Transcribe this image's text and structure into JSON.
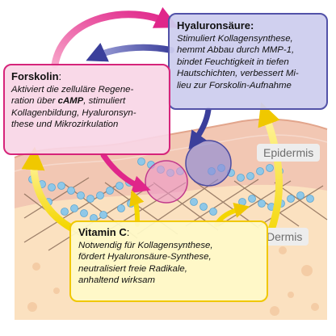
{
  "colors": {
    "forskolin_accent": "#d6247a",
    "hyaluron_accent": "#5252a8",
    "vitamin_c_accent": "#f0c800",
    "epidermis_fill": "#f2c7b3",
    "dermis_fill": "#fbe1c0",
    "molecule_chain": "#8fc8e8",
    "fiber": "#8c6e5a"
  },
  "forskolin": {
    "title": "Forskolin",
    "colon": ":",
    "line1": "Aktiviert die zelluläre Regene-",
    "line2_pre": "ration über ",
    "line2_bold": "cAMP",
    "line2_post": ",  stimuliert",
    "line3": "Kollagenbildung, Hyaluronsyn-",
    "line4": "these und Mikrozirkulation"
  },
  "hyaluronsaeure": {
    "title": "Hyaluronsäure:",
    "line1": "Stimuliert Kollagensynthese,",
    "line2": "hemmt Abbau durch MMP-1,",
    "line3": "bindet Feuchtigkeit in tiefen",
    "line4": "Hautschichten, verbessert Mi-",
    "line5": "lieu zur Forskolin-Aufnahme"
  },
  "vitamin_c": {
    "title": "Vitamin C",
    "colon": ":",
    "line1": "Notwendig für Kollagensynthese,",
    "line2": "fördert Hyaluronsäure-Synthese,",
    "line3": "neutralisiert freie Radikale,",
    "line4": "anhaltend wirksam"
  },
  "layers": {
    "epidermis": "Epidermis",
    "dermis": "Dermis"
  }
}
